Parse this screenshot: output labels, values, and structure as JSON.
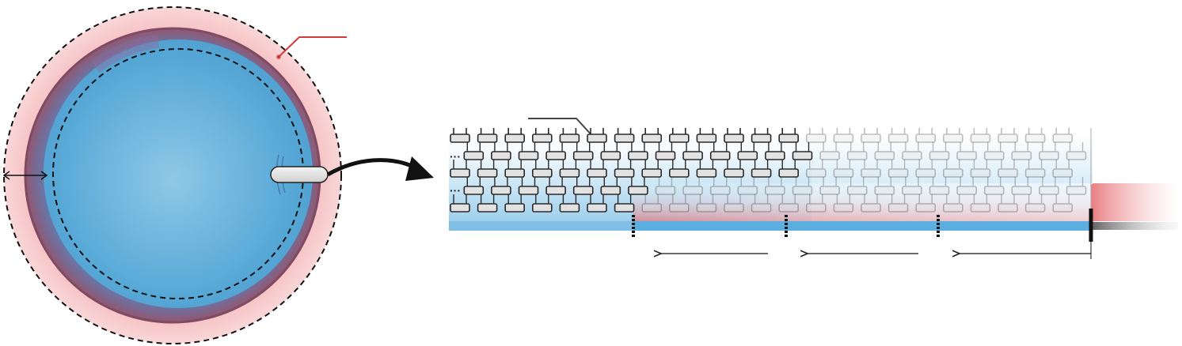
{
  "colors": {
    "outer_halo": "#f5b8ba",
    "shell_band": "#7d5f86",
    "core_light": "#8ec8e6",
    "core_dark": "#4f9fd0",
    "dash_line": "#111111",
    "leader_line": "#d23a3a",
    "track_blue": "#5aaee0",
    "tail_gray": "#888888",
    "brick_fill": "#e2e2e2",
    "brick_stroke": "#2a2a2a"
  },
  "icons": {
    "width_arrow": "double-headed-arrow-icon",
    "zoom_arrow": "curved-arrow-icon",
    "direction_arrows": "left-arrow-icon"
  },
  "structure": {
    "brick_rows": 5,
    "brick_columns": 23,
    "solid_columns": 13,
    "boundary_markers": 4,
    "direction_arrows": 3,
    "ellipsis_rows": [
      1,
      3
    ]
  }
}
